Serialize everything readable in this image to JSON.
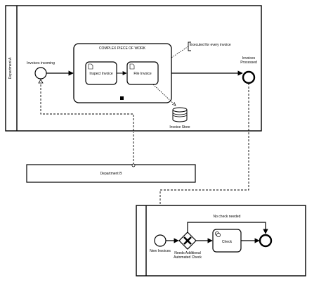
{
  "pools": {
    "department_a": {
      "label": "Department A"
    },
    "department_b": {
      "label": "Department B"
    }
  },
  "subprocess": {
    "title": "COMPLEX PIECE OF WORK",
    "tasks": [
      "Inspect Invoice",
      "File Invoice"
    ]
  },
  "annotation": {
    "text": "Executed for every invoice"
  },
  "events": {
    "start_a": "Invoices incoming",
    "end_a_line1": "Invoices",
    "end_a_line2": "Processed",
    "start_c": "New Invoices"
  },
  "data_store": {
    "label": "Invoice Store"
  },
  "gateway": {
    "line1": "Needs Additional",
    "line2": "Automated Check"
  },
  "flow": {
    "no_check": "No check needed"
  },
  "task_check": {
    "label": "Check"
  }
}
